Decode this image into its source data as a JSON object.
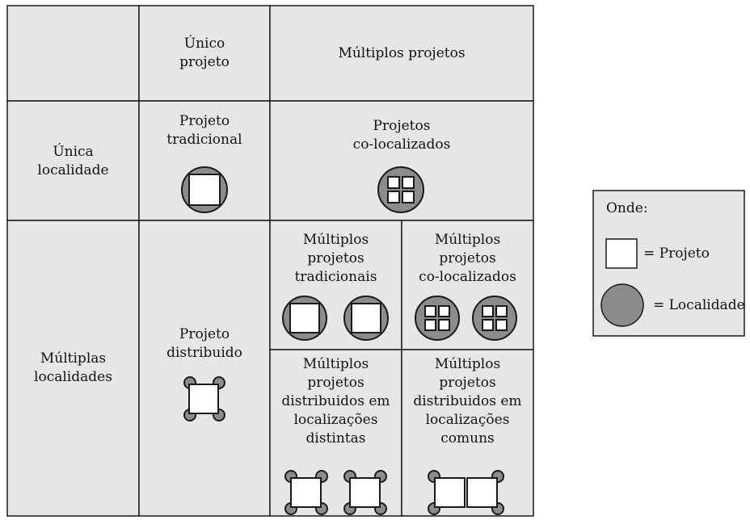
{
  "header": {
    "single_project": "Único\nprojeto",
    "multiple_projects": "Múltiplos projetos"
  },
  "rows": {
    "single_location": "Única\nlocalidade",
    "multiple_locations": "Múltiplas\nlocalidades"
  },
  "cells": {
    "traditional": "Projeto\ntradicional",
    "co_located": "Projetos\nco-localizados",
    "distributed": "Projeto\ndistribuido",
    "multi_traditional": "Múltiplos\nprojetos\ntradicionais",
    "multi_co_located": "Múltiplos\nprojetos\nco-localizados",
    "multi_distributed_distinct": "Múltiplos\nprojetos\ndistribuidos em\nlocalizações\ndistintas",
    "multi_distributed_common": "Múltiplos\nprojetos\ndistribuidos em\nlocalizações\ncomuns"
  },
  "legend": {
    "title": "Onde:",
    "project": "= Projeto",
    "location": "= Localidade"
  },
  "colors": {
    "cell_fill": "#e6e6e6",
    "circle_fill": "#8c8c8c",
    "border": "#1a1a1a"
  }
}
